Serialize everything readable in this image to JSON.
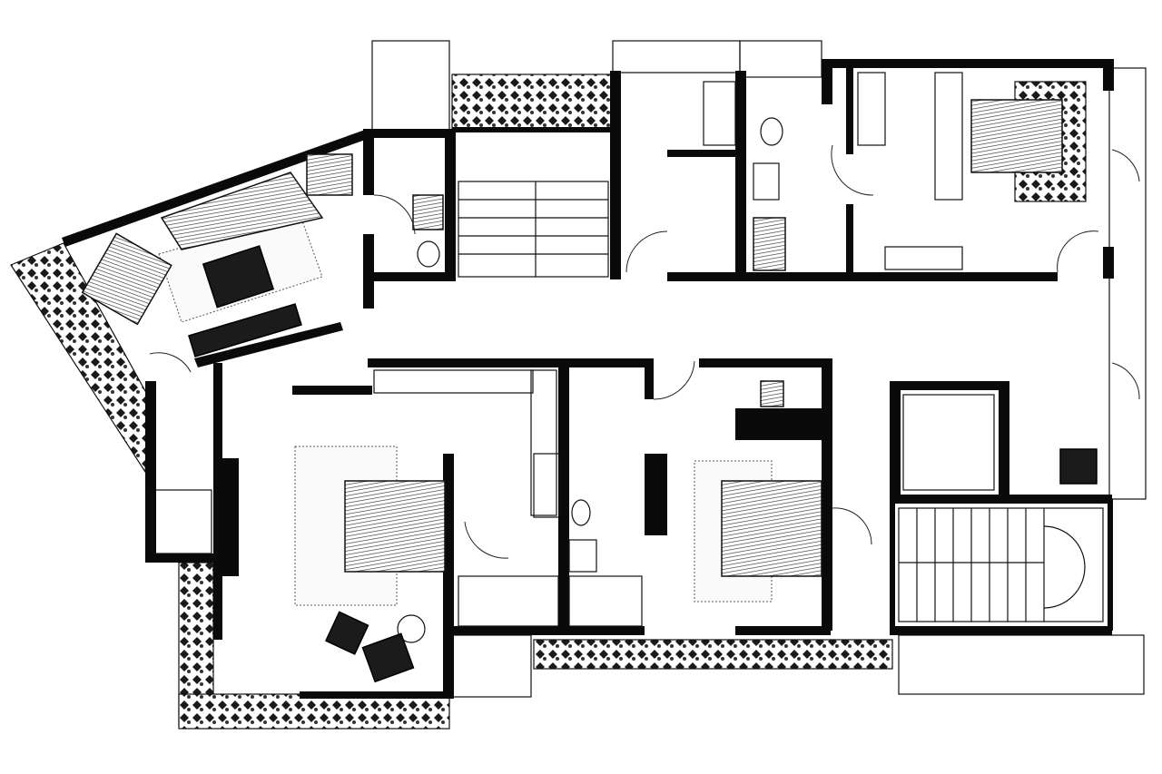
{
  "plan": {
    "colors": {
      "wall": "#0a0a0a",
      "paper": "#ffffff",
      "ink": "#111111"
    },
    "features": [
      "living-room",
      "balcony-planters",
      "stairs",
      "bathrooms",
      "master-bedroom",
      "bedroom-2",
      "bedroom-3",
      "walk-in-closet",
      "elevator",
      "stairwell"
    ]
  }
}
